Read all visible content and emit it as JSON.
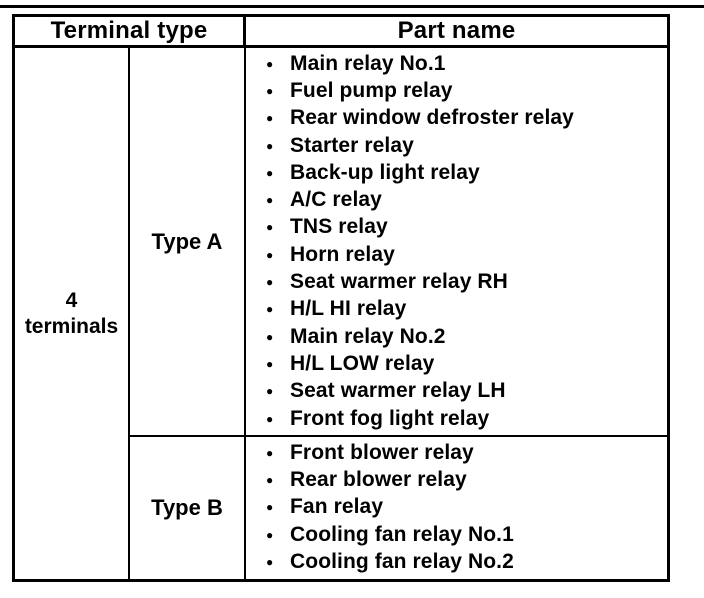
{
  "table": {
    "header": {
      "terminal_type": "Terminal type",
      "part_name": "Part name"
    },
    "terminal_cell": {
      "line1": "4",
      "line2": "terminals"
    },
    "bullet": "●",
    "groups": [
      {
        "type_label": "Type A",
        "parts": [
          "Main relay No.1",
          "Fuel pump relay",
          "Rear window defroster relay",
          "Starter relay",
          "Back-up light relay",
          "A/C relay",
          "TNS relay",
          "Horn relay",
          "Seat warmer relay RH",
          "H/L HI relay",
          "Main relay No.2",
          "H/L LOW relay",
          "Seat warmer relay LH",
          "Front fog light relay"
        ]
      },
      {
        "type_label": "Type B",
        "parts": [
          "Front blower relay",
          "Rear blower relay",
          "Fan relay",
          "Cooling fan relay No.1",
          "Cooling fan relay No.2"
        ]
      }
    ]
  }
}
